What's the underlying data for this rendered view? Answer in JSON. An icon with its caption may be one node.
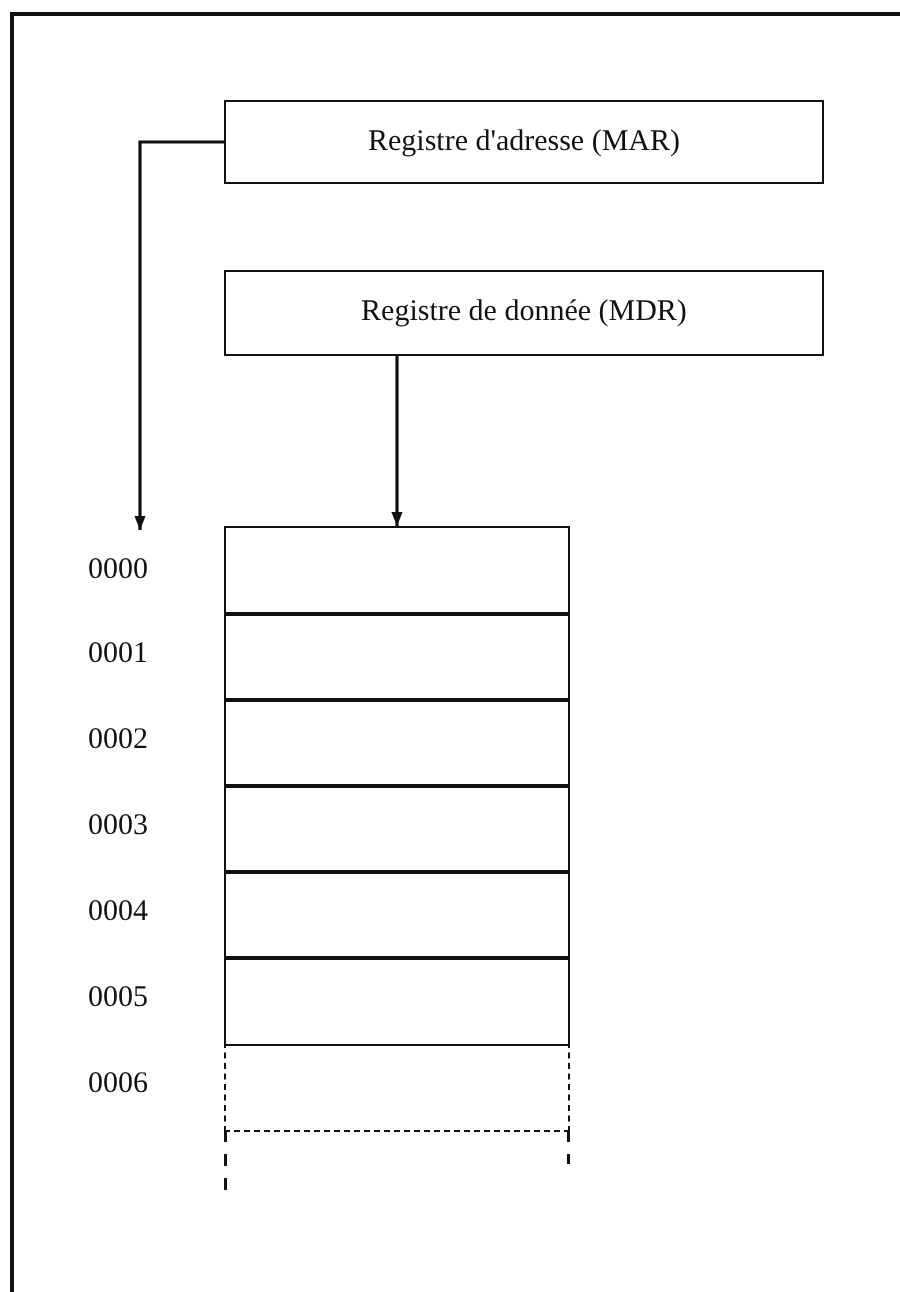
{
  "diagram": {
    "nodes": [
      {
        "text": [
          "Registre d'adresse (MAR)"
        ]
      },
      {
        "text": [
          "Registre de donnée (MDR)"
        ]
      },
      {
        "text": [
          "0000"
        ]
      },
      {
        "text": [],
        "shape": "box"
      },
      {
        "text": [],
        "shape": "box"
      },
      {
        "text": [],
        "shape": "box"
      },
      {
        "text": [],
        "shape": "box"
      },
      {
        "text": [],
        "shape": "box"
      },
      {
        "text": [],
        "shape": "box"
      },
      {
        "text": [],
        "shape": "box"
      }
    ],
    "edges": [
      {
        "from": 0,
        "to": 2,
        "arrow": "to"
      },
      {
        "from": 1,
        "to": 3,
        "arrow": "to"
      }
    ],
    "labels": [
      "0001",
      "0002",
      "0003",
      "0004",
      "0005",
      "0006"
    ]
  }
}
